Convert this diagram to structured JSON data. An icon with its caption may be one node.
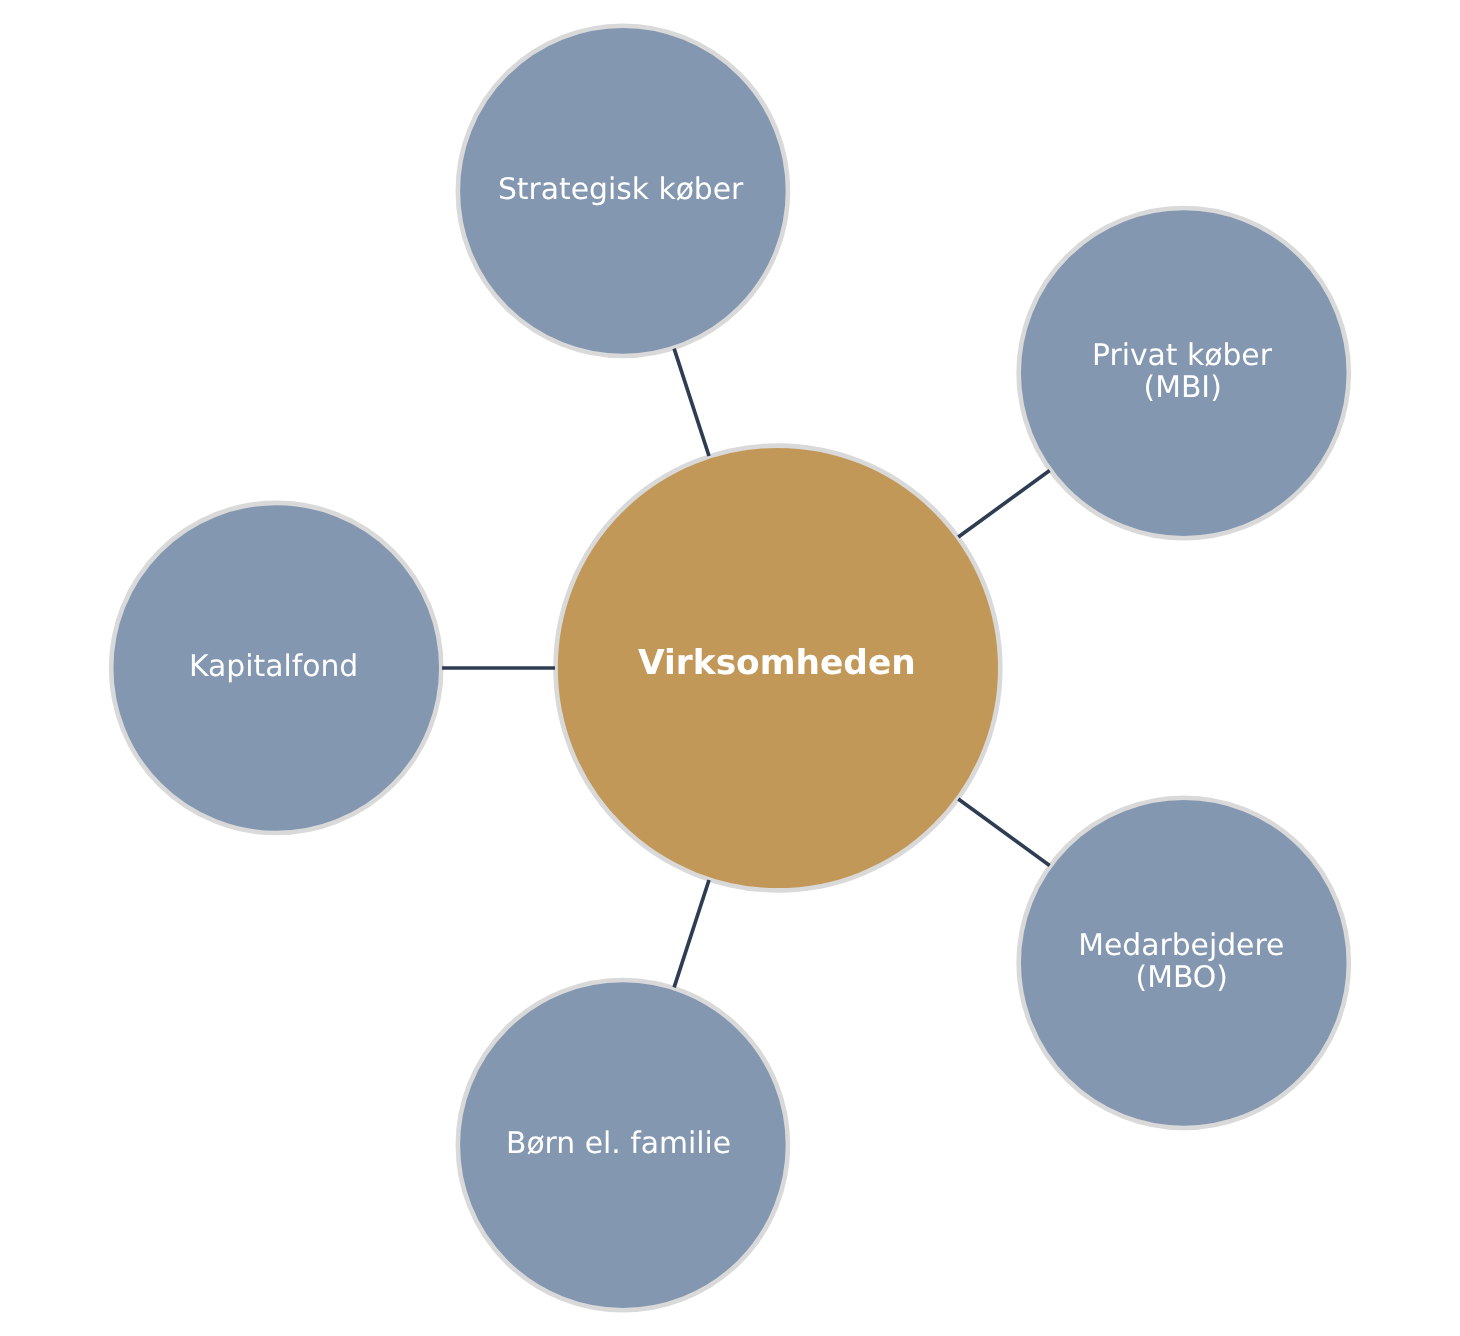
{
  "diagram": {
    "nodes": [
      {
        "text": [
          "Strategisk køber"
        ]
      },
      {
        "text": [
          "Kapitalfond"
        ]
      },
      {
        "text": [
          "Virksomheden"
        ]
      },
      {
        "text": [
          "Privat køber (MBI)"
        ]
      },
      {
        "text": [
          "Børn el. familie"
        ]
      },
      {
        "text": [
          "Medarbejdere (MBO)"
        ]
      }
    ],
    "edges": [
      {
        "from": 2,
        "to": 0,
        "arrow": "none"
      },
      {
        "from": 2,
        "to": 3,
        "arrow": "none"
      },
      {
        "from": 2,
        "to": 5,
        "arrow": "none"
      },
      {
        "from": 2,
        "to": 4,
        "arrow": "none"
      },
      {
        "from": 2,
        "to": 1,
        "arrow": "none"
      }
    ]
  }
}
